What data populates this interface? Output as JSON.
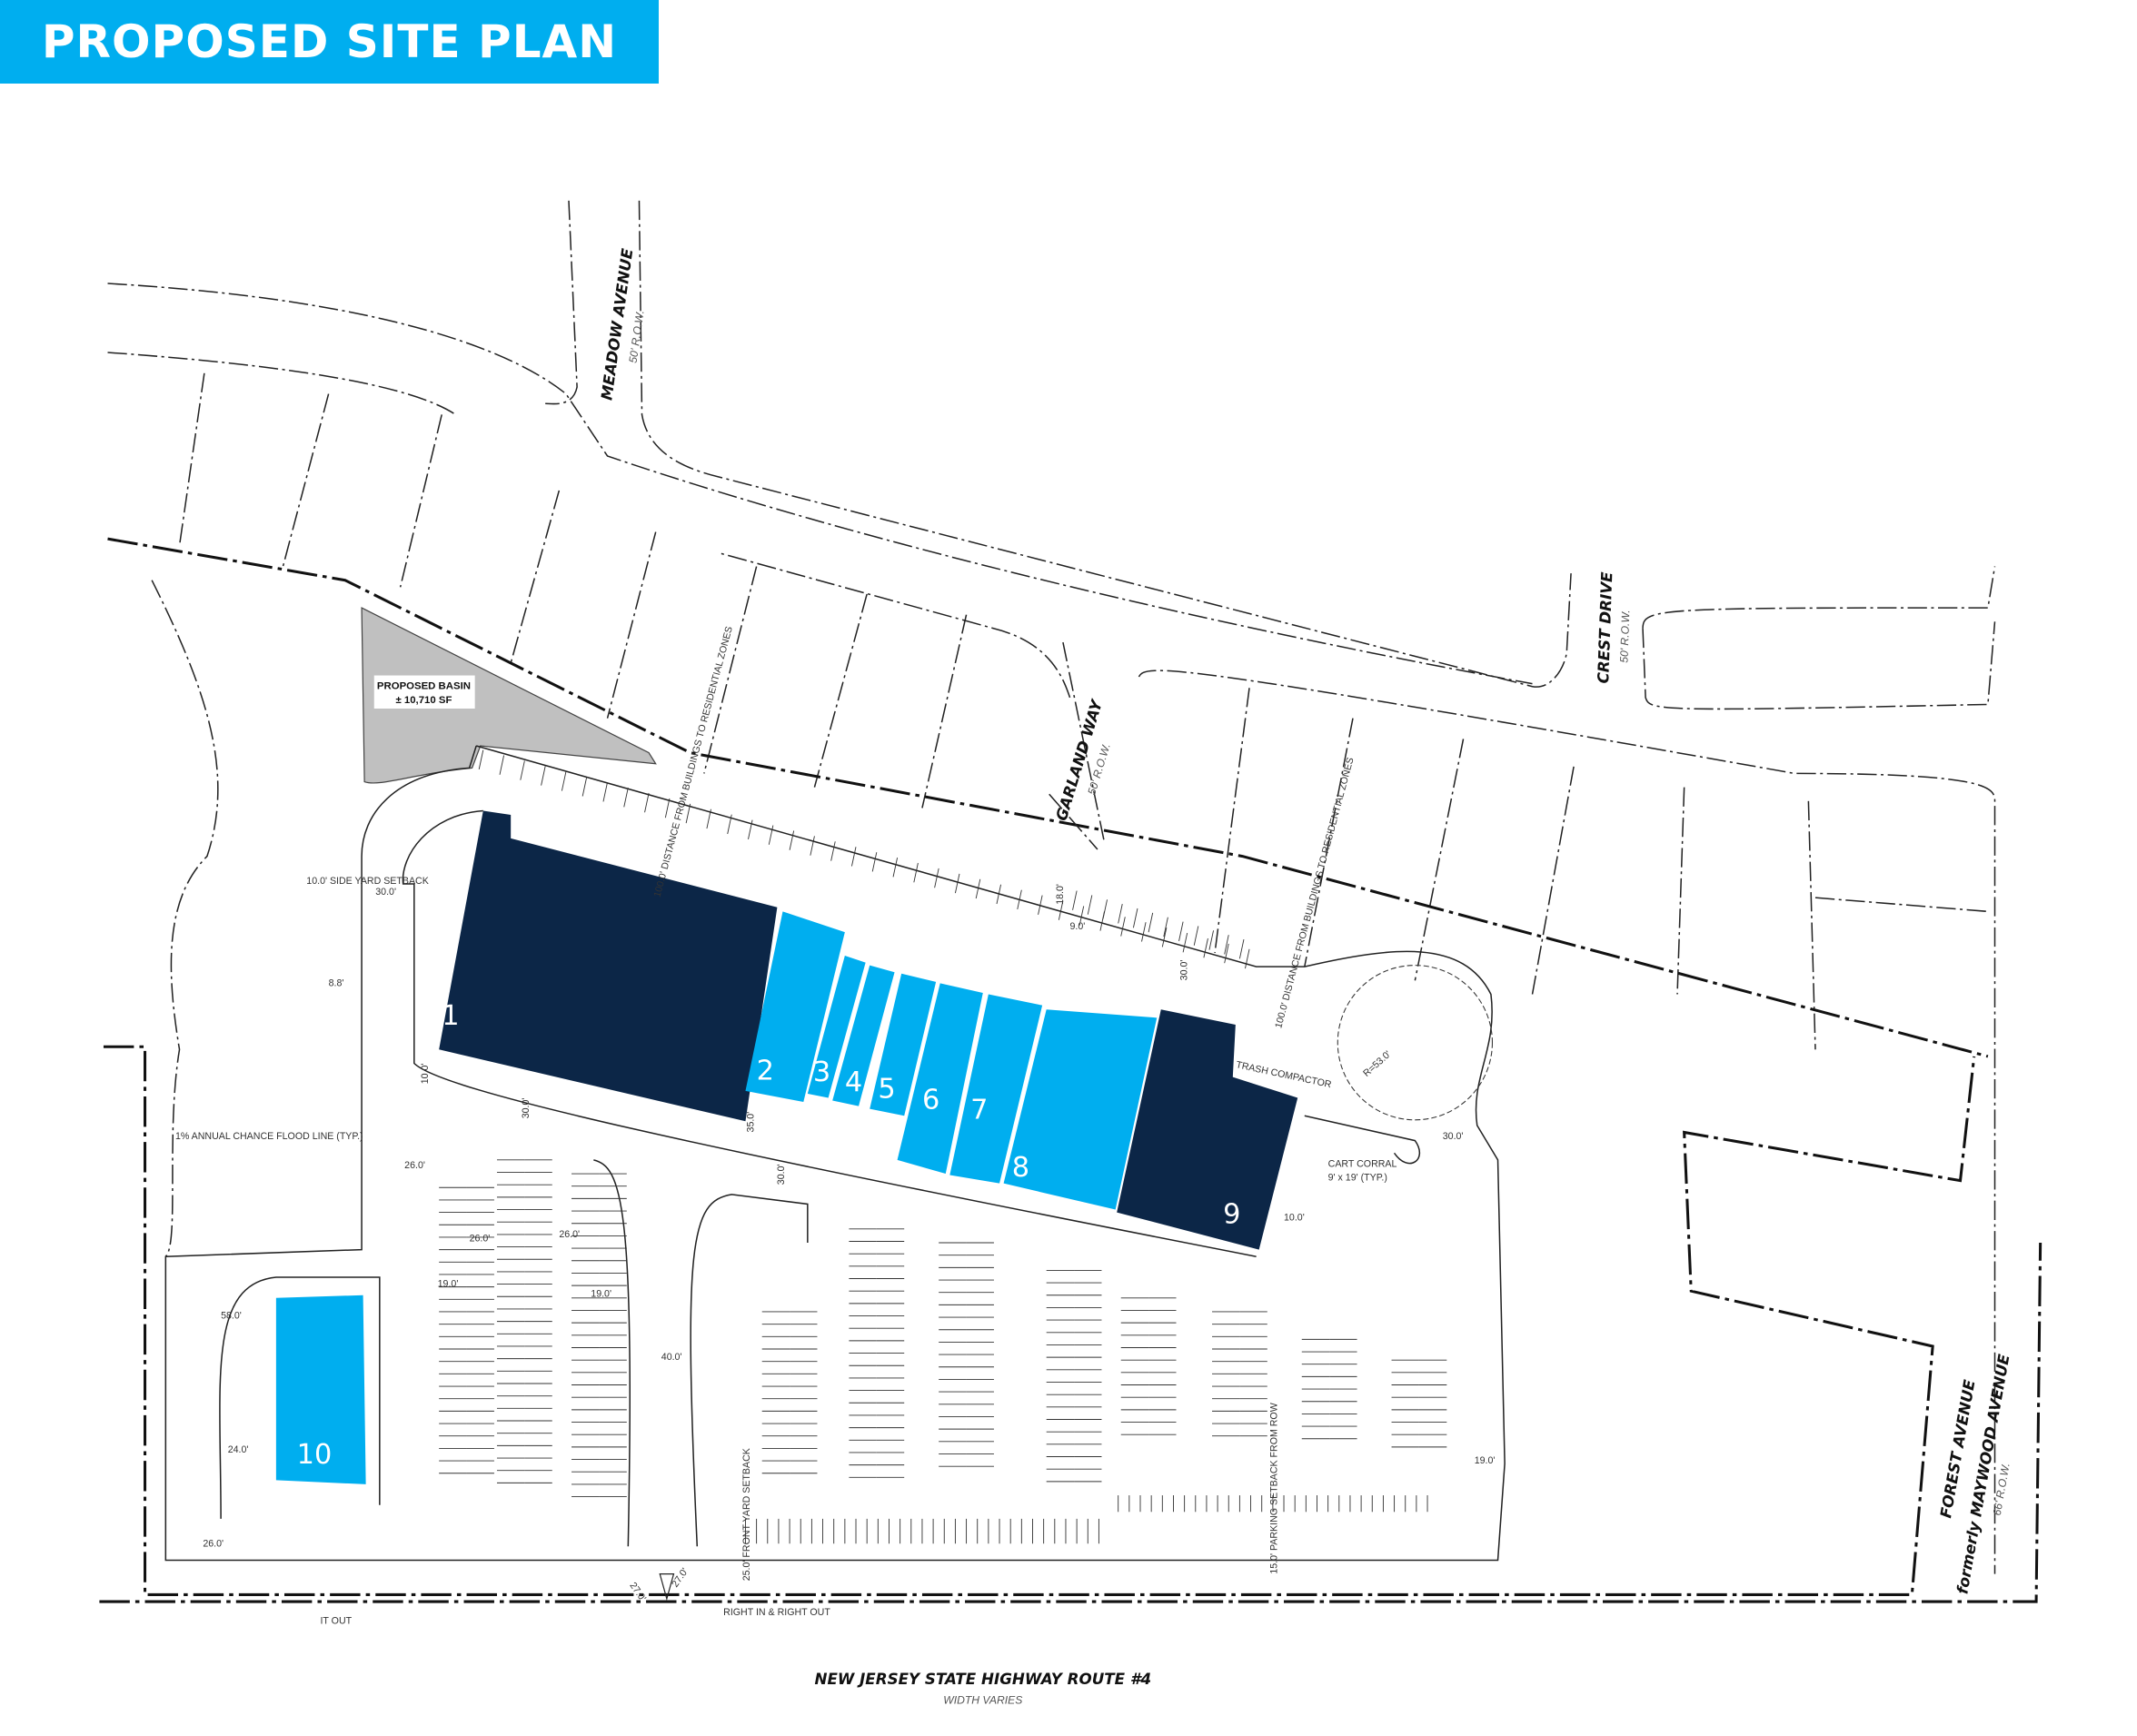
{
  "header": {
    "title": "PROPOSED SITE PLAN"
  },
  "colors": {
    "banner": "#00aeef",
    "anchor_building": "#0c2647",
    "inline_building": "#00aeef",
    "basin": "#c0c0c0"
  },
  "basin": {
    "line1": "PROPOSED BASIN",
    "line2": "± 10,710 SF"
  },
  "streets": {
    "meadow": {
      "name": "MEADOW AVENUE",
      "row": "50' R.O.W."
    },
    "garland": {
      "name": "GARLAND WAY",
      "row": "50' R.O.W."
    },
    "crest": {
      "name": "CREST DRIVE",
      "row": "50' R.O.W."
    },
    "forest": {
      "name": "FOREST AVENUE",
      "former": "formerly MAYWOOD AVENUE",
      "row": "66' R.O.W."
    },
    "highway": {
      "name": "NEW JERSEY STATE HIGHWAY ROUTE #4",
      "row": "WIDTH VARIES"
    }
  },
  "buildings": [
    "1",
    "2",
    "3",
    "4",
    "5",
    "6",
    "7",
    "8",
    "9",
    "10"
  ],
  "annotations": {
    "cart_corral": "CART CORRAL",
    "cart_size": "9' x 19' (TYP.)",
    "radius": "R=53.0'",
    "trash": "TRASH COMPACTOR",
    "distance": "100.0' DISTANCE FROM BUILDINGS TO RESIDENTIAL ZONES",
    "flood": "1% ANNUAL CHANCE FLOOD LINE (TYP.)",
    "side_setback": "10.0' SIDE YARD SETBACK",
    "front_setback": "25.0' FRONT YARD SETBACK",
    "parking_setback": "15.0' PARKING SETBACK FROM ROW",
    "right_in_out": "RIGHT IN & RIGHT OUT",
    "it_out": "IT OUT"
  },
  "dimensions": {
    "d30a": "30.0'",
    "d88": "8.8'",
    "d10": "10.0'",
    "d30b": "30.0'",
    "d35": "35.0'",
    "d30c": "30.0'",
    "d26a": "26.0'",
    "d26b": "26.0'",
    "d26c": "26.0'",
    "d19a": "19.0'",
    "d19b": "19.0'",
    "d40": "40.0'",
    "d58": "58.0'",
    "d24": "24.0'",
    "d26d": "26.0'",
    "d27a": "27.0'",
    "d27b": "27.0'",
    "d30d": "30.0'",
    "d100": "10.0'",
    "d19c": "19.0'",
    "d9": "9.0'",
    "d18": "18.0'",
    "d30e": "30.0'"
  }
}
